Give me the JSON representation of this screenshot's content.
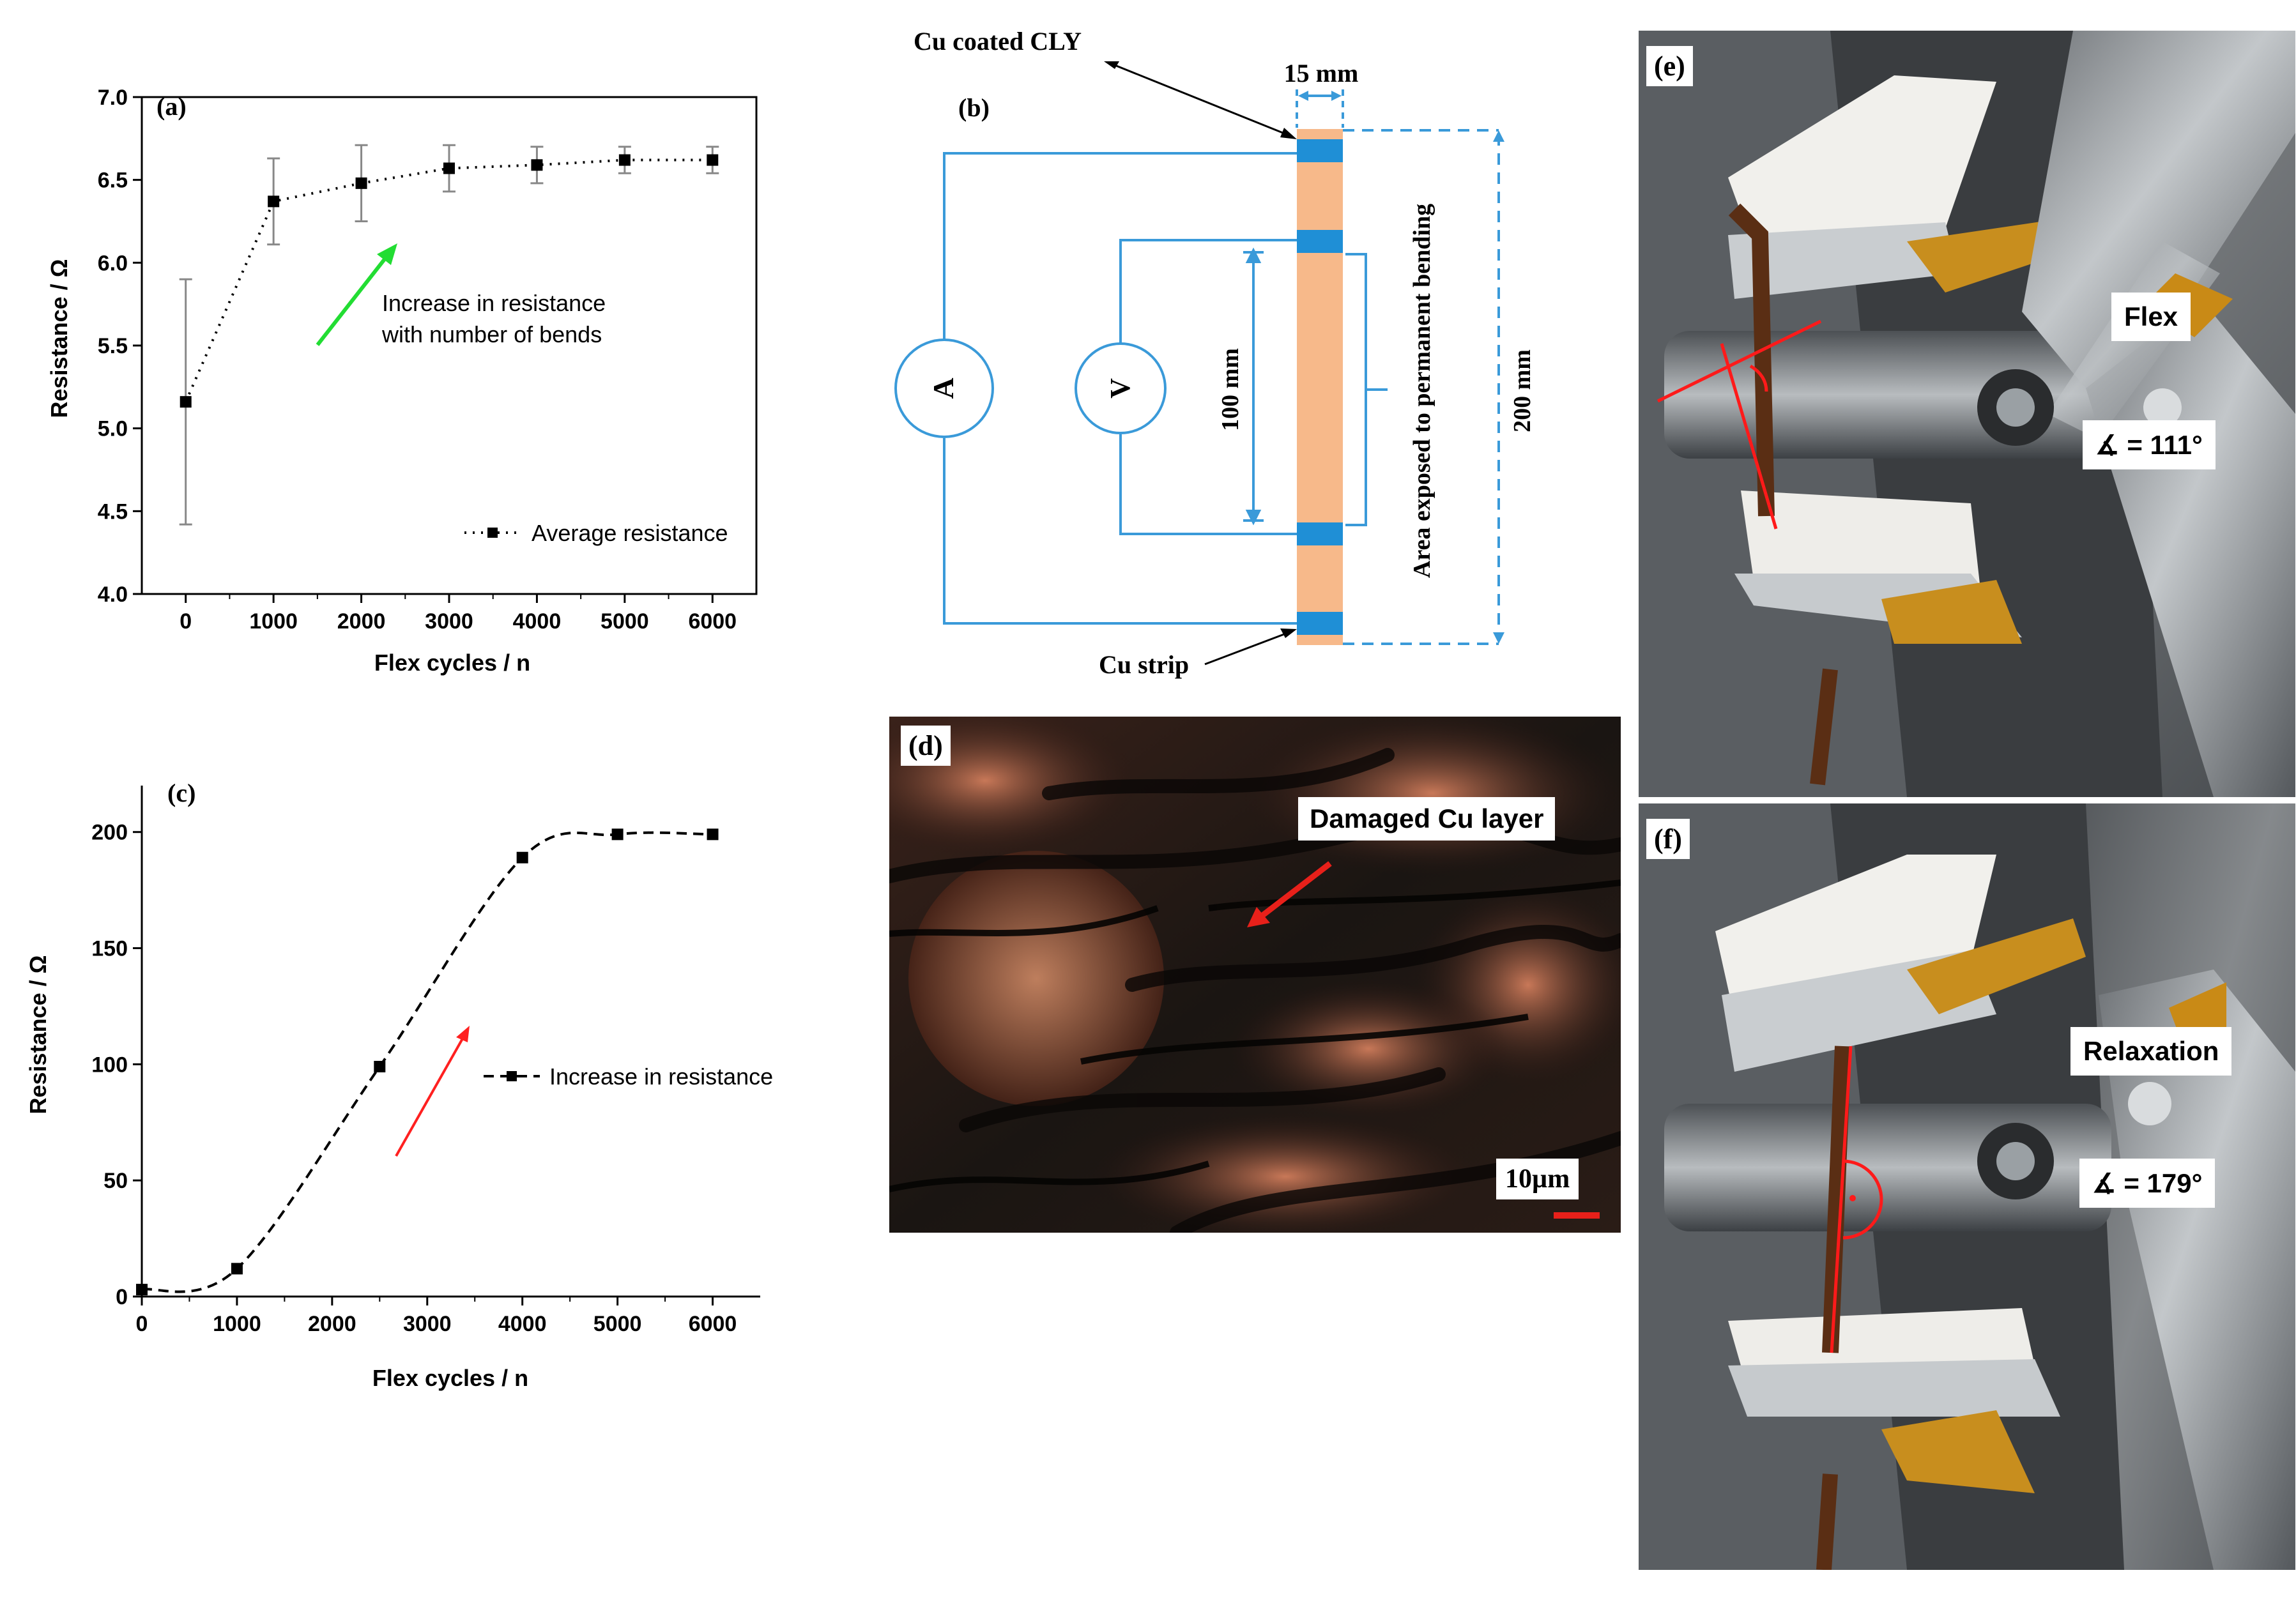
{
  "figure": {
    "panel_a": {
      "label": "(a)",
      "ylabel": "Resistance / Ω",
      "xlabel": "Flex cycles / n",
      "annotation_line1": "Increase in resistance",
      "annotation_line2": "with number of bends",
      "legend": "Average resistance"
    },
    "panel_b": {
      "label": "(b)",
      "top_label": "Cu coated CLY",
      "width_label": "15 mm",
      "inner_length": "100 mm",
      "outer_length": "200 mm",
      "area_label": "Area exposed to permanent bending",
      "ammeter": "A",
      "voltmeter": "V",
      "strip_label": "Cu strip",
      "colors": {
        "wire": "#3a9ad9",
        "yarn": "#f7b98a",
        "contact": "#1f8fd6"
      }
    },
    "panel_c": {
      "label": "(c)",
      "ylabel": "Resistance / Ω",
      "xlabel": "Flex cycles / n",
      "legend": "Increase in resistance"
    },
    "panel_d": {
      "label": "(d)",
      "annotation": "Damaged Cu layer",
      "scale": "10µm"
    },
    "panel_e": {
      "label": "(e)",
      "mode": "Flex",
      "angle": "∡ = 111°"
    },
    "panel_f": {
      "label": "(f)",
      "mode": "Relaxation",
      "angle": "∡ = 179°"
    }
  },
  "chart_data": [
    {
      "type": "scatter",
      "panel": "a",
      "x": [
        0,
        1000,
        2000,
        3000,
        4000,
        5000,
        6000
      ],
      "y": [
        5.16,
        6.37,
        6.48,
        6.57,
        6.59,
        6.62,
        6.62
      ],
      "yerr": [
        0.74,
        0.26,
        0.23,
        0.14,
        0.11,
        0.08,
        0.08
      ],
      "xticks": [
        0,
        1000,
        2000,
        3000,
        4000,
        5000,
        6000
      ],
      "yticks": [
        4.0,
        4.5,
        5.0,
        5.5,
        6.0,
        6.5,
        7.0
      ],
      "xlim": [
        -500,
        6500
      ],
      "ylim": [
        4.0,
        7.0
      ],
      "line_style": "dotted",
      "legend_position": "bottom-right"
    },
    {
      "type": "scatter",
      "panel": "c",
      "x": [
        0,
        1000,
        2500,
        4000,
        5000,
        6000
      ],
      "y": [
        3,
        12,
        99,
        189,
        199,
        199
      ],
      "xticks": [
        0,
        1000,
        2000,
        3000,
        4000,
        5000,
        6000
      ],
      "yticks": [
        0,
        50,
        100,
        150,
        200
      ],
      "xlim": [
        0,
        6500
      ],
      "ylim": [
        0,
        220
      ],
      "line_style": "dashed",
      "legend_position": "center-right"
    }
  ]
}
